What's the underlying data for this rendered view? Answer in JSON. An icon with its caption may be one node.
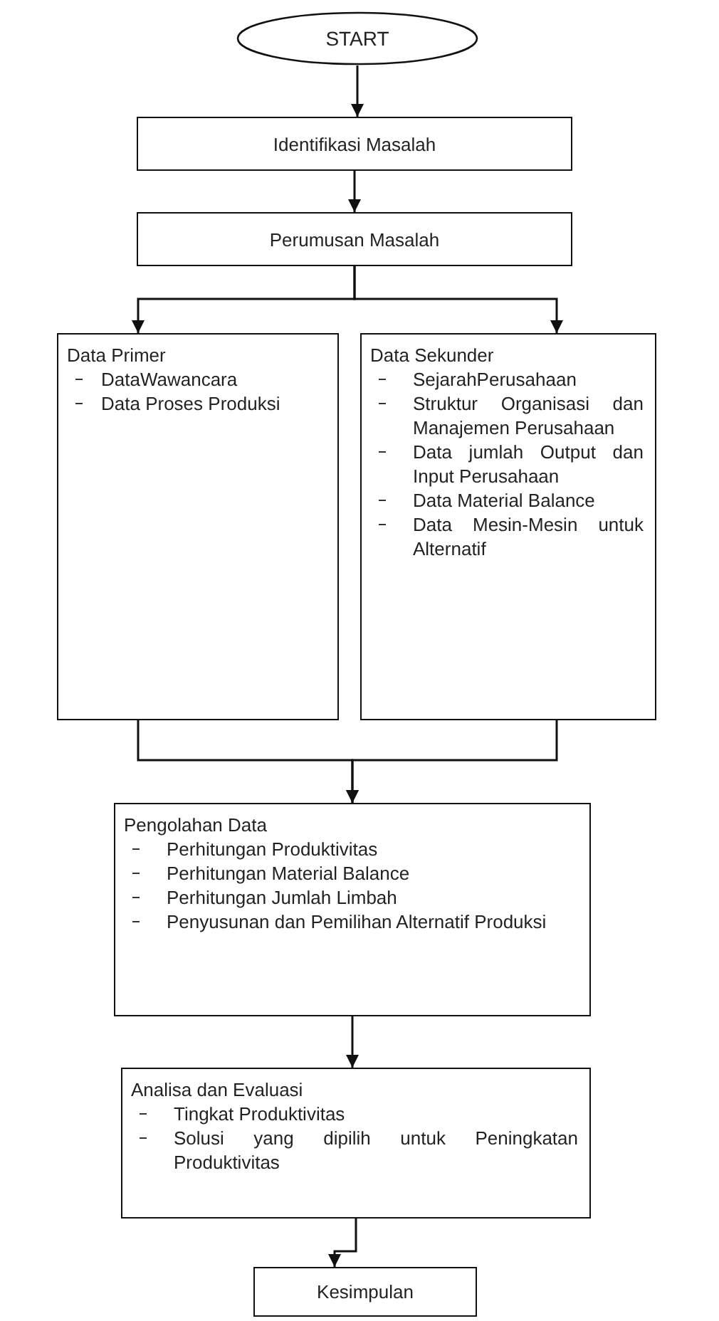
{
  "diagram": {
    "nodes": [
      {
        "text": [
          "START"
        ]
      },
      {
        "text": [
          "Identifikasi Masalah"
        ]
      },
      {
        "text": [
          "Perumusan Masalah"
        ]
      },
      {
        "text": [
          "Data Primer",
          "DataWawancara",
          "Data Proses Produksi"
        ]
      },
      {
        "text": [
          "Data Sekunder",
          "SejarahPerusahaan",
          "Struktur Organisasi dan Manajemen Perusahaan",
          "Data jumlah Output dan Input Perusahaan",
          "Data Material Balance",
          "Data Mesin-Mesin untuk Alternatif"
        ]
      },
      {
        "text": [
          "Pengolahan Data",
          "Perhitungan Produktivitas",
          "Perhitungan Material Balance",
          "Perhitungan Jumlah Limbah",
          "Penyusunan dan Pemilihan Alternatif Produksi"
        ]
      },
      {
        "text": [
          "Analisa dan Evaluasi",
          "Tingkat Produktivitas",
          "Solusi yang dipilih untuk Peningkatan Produktivitas"
        ]
      },
      {
        "text": [
          "Kesimpulan"
        ]
      }
    ],
    "edges": [
      {
        "from": 0,
        "to": 1,
        "arrow": "to"
      },
      {
        "from": 1,
        "to": 2,
        "arrow": "to"
      },
      {
        "from": 2,
        "to": 3,
        "arrow": "to"
      },
      {
        "from": 2,
        "to": 4,
        "arrow": "to"
      },
      {
        "from": 3,
        "to": 5,
        "arrow": "to"
      },
      {
        "from": 4,
        "to": 5,
        "arrow": "to"
      },
      {
        "from": 5,
        "to": 6,
        "arrow": "to"
      },
      {
        "from": 6,
        "to": 7,
        "arrow": "to"
      }
    ]
  }
}
